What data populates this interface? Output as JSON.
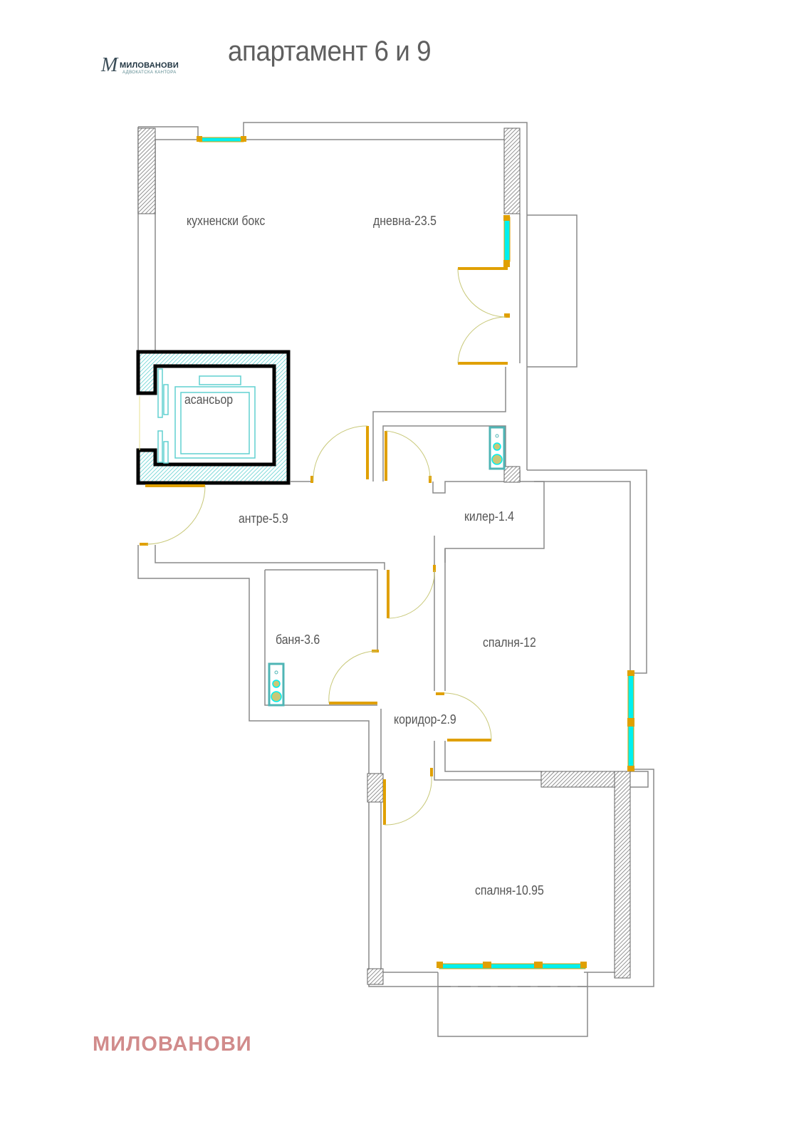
{
  "header": {
    "title": "апартамент 6 и 9",
    "logo": {
      "monogram": "M",
      "name": "МИЛОВАНОВИ",
      "subtitle": "АДВОКАТСКА КАНТОРА"
    }
  },
  "rooms": [
    {
      "id": "kitchen",
      "label": "кухненски бокс"
    },
    {
      "id": "living",
      "label": "дневна-23.5"
    },
    {
      "id": "elevator",
      "label": "асансьор"
    },
    {
      "id": "hall",
      "label": "антре-5.9"
    },
    {
      "id": "storage",
      "label": "килер-1.4"
    },
    {
      "id": "bathroom",
      "label": "баня-3.6"
    },
    {
      "id": "bedroom1",
      "label": "спалня-12"
    },
    {
      "id": "corridor",
      "label": "коридор-2.9"
    },
    {
      "id": "bedroom2",
      "label": "спалня-10.95"
    }
  ],
  "colors": {
    "wall": "#8a8a8a",
    "hatch": "#777777",
    "window": "#00f0f0",
    "door": "#e0a000",
    "door_arc": "#c8c878",
    "elevator_shaft": "#60d0d0",
    "watermark": "#d18b8b",
    "title": "#5f5f5f"
  },
  "watermark": "МИЛОВАНОВИ"
}
